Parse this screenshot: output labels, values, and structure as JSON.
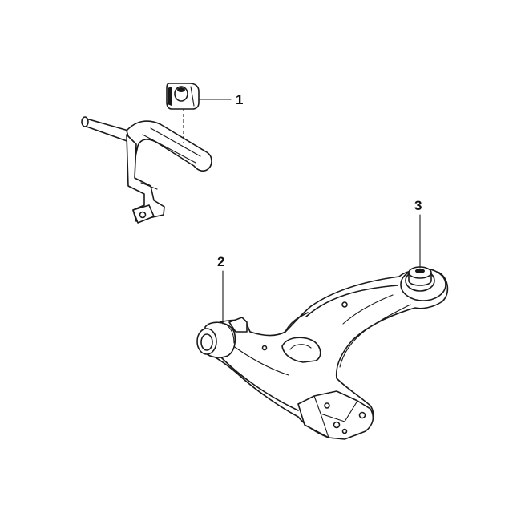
{
  "callouts": [
    {
      "label": "1"
    },
    {
      "label": "2"
    },
    {
      "label": "3"
    }
  ],
  "colors": {
    "line": "#1a1a1a",
    "background": "#ffffff"
  }
}
